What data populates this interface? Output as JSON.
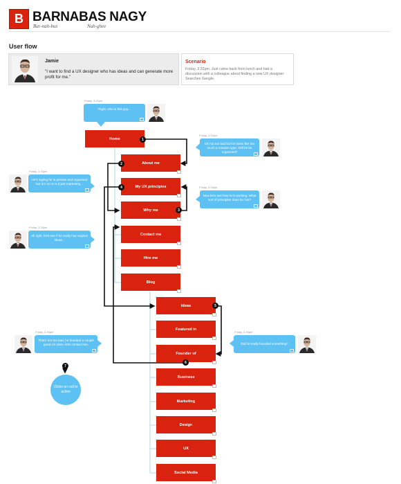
{
  "brand": {
    "logo_letter": "B",
    "name": "BARNABAS NAGY",
    "pron_first": "Bar-nah-bus",
    "pron_last": "Nah-ghee"
  },
  "section_title": "User flow",
  "persona": {
    "name": "Jamie",
    "quote": "\"I want to find a UX designer who has ideas and can generate more profit for me.\""
  },
  "scenario": {
    "title": "Scenario",
    "text": "Friday, 3.32pm. Just came back from lunch and had a discussion with a colleague about finding a new UX designer. Searches Google."
  },
  "nodes": [
    {
      "label": "Home"
    },
    {
      "label": "About me"
    },
    {
      "label": "My UX principles"
    },
    {
      "label": "Why me"
    },
    {
      "label": "Contact me"
    },
    {
      "label": "Hire me"
    },
    {
      "label": "Blog"
    },
    {
      "label": "Ideas"
    },
    {
      "label": "Featured in"
    },
    {
      "label": "Founder of"
    },
    {
      "label": "Business"
    },
    {
      "label": "Marketing"
    },
    {
      "label": "Design"
    },
    {
      "label": "UX"
    },
    {
      "label": "Social Media"
    }
  ],
  "bubbles": [
    {
      "time": "Friday, 3.32pm",
      "text": "Right, who is this guy..."
    },
    {
      "time": "Friday, 3.32pm",
      "text": "Ok not too bad but he looks like too much a creative type. Will he be organised?"
    },
    {
      "time": "Friday, 3.33pm",
      "text": "He's saying he is precise and organised but is it so or is it just marketing..."
    },
    {
      "time": "Friday, 3.34pm",
      "text": "Now let's see how he's working. What sort of principles does he has?"
    },
    {
      "time": "Friday, 3.35pm",
      "text": "All right, let's see if he really has original ideas..."
    },
    {
      "time": "Friday, 3.36pm",
      "text": "That's not too bad, he founded a couple good UX sites, let's contact him."
    },
    {
      "time": "Friday, 3.36pm",
      "text": "Did he really founded something?"
    }
  ],
  "steps": [
    "1",
    "2",
    "3",
    "4",
    "5",
    "6",
    "7"
  ],
  "call_to_action": "Clicks on call to action",
  "colors": {
    "accent": "#d9230f",
    "bubble": "#5dc1f3",
    "line": "#a9d7ea",
    "arrow": "#111111"
  }
}
